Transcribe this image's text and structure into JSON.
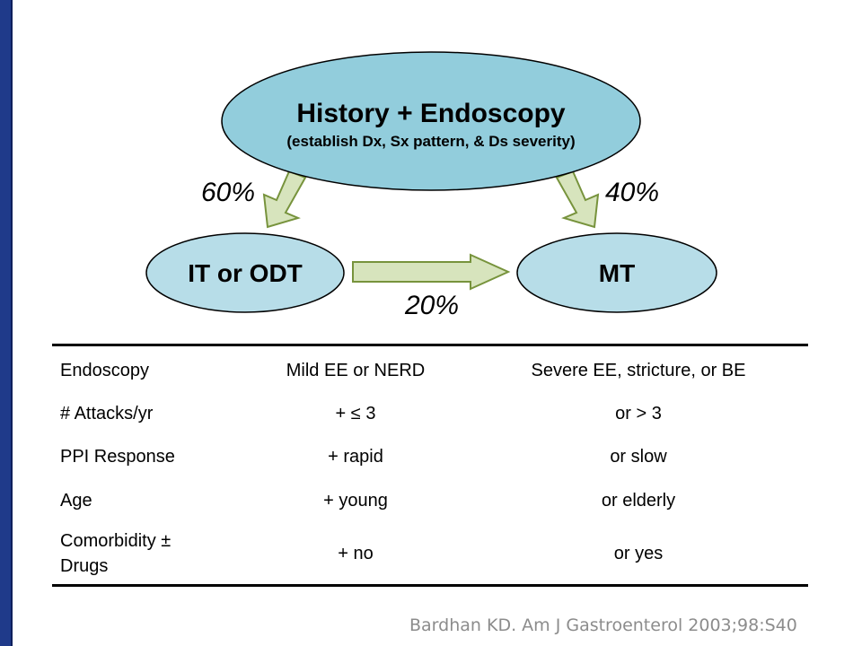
{
  "diagram": {
    "top_node": {
      "title": "History + Endoscopy",
      "subtitle": "(establish Dx, Sx pattern, & Ds severity)"
    },
    "left_node": {
      "label": "IT or ODT"
    },
    "right_node": {
      "label": "MT"
    },
    "edges": {
      "top_to_left": "60%",
      "top_to_right": "40%",
      "left_to_right": "20%"
    },
    "colors": {
      "top_fill": "#92cddc",
      "node_fill": "#b7dde8",
      "arrow_fill": "#d7e4bd",
      "arrow_stroke": "#77933c"
    }
  },
  "criteria_table": {
    "rows": [
      {
        "criterion": "Endoscopy",
        "it_odt": "Mild EE or NERD",
        "mt": "Severe EE, stricture, or BE"
      },
      {
        "criterion": "# Attacks/yr",
        "it_odt": "+ ≤ 3",
        "mt": "or > 3"
      },
      {
        "criterion": "PPI Response",
        "it_odt": "+ rapid",
        "mt": "or slow"
      },
      {
        "criterion": "Age",
        "it_odt": "+ young",
        "mt": "or elderly"
      },
      {
        "criterion": "Comorbidity ± Drugs",
        "it_odt": "+ no",
        "mt": "or yes"
      }
    ]
  },
  "citation": "Bardhan KD. Am J Gastroenterol 2003;98:S40"
}
